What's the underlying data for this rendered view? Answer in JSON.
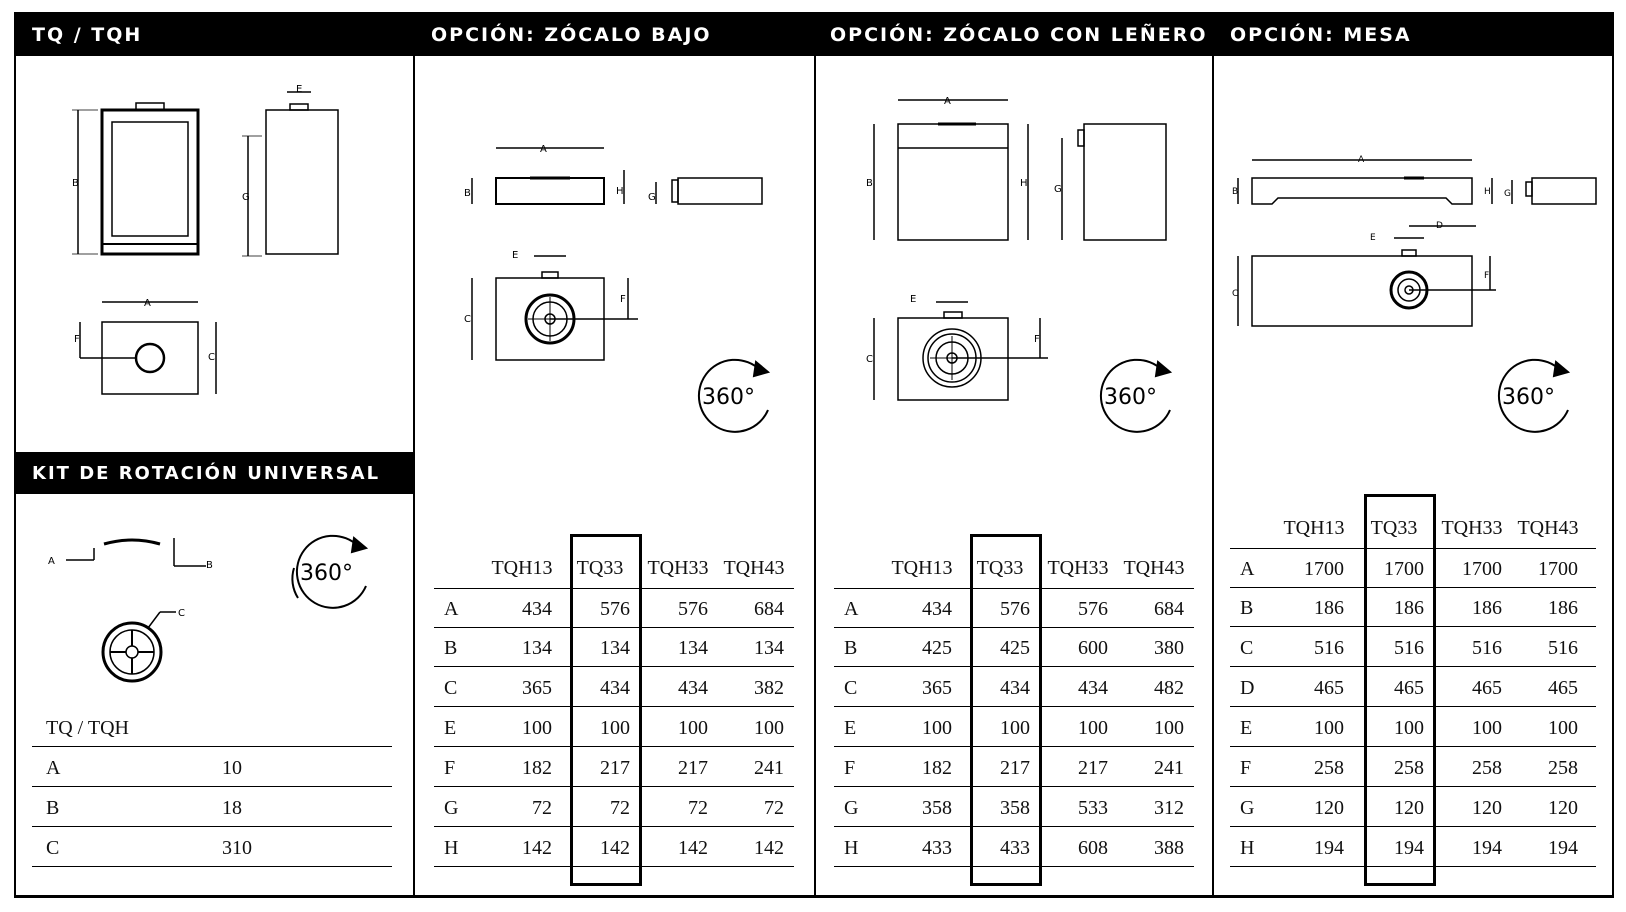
{
  "headers": {
    "tq": "TQ / TQH",
    "zocalo_bajo": "OPCIÓN: ZÓCALO BAJO",
    "zocalo_lenero": "OPCIÓN: ZÓCALO CON LEÑERO",
    "mesa": "OPCIÓN: MESA",
    "kit": "KIT DE ROTACIÓN UNIVERSAL"
  },
  "rotation_label": "360°",
  "kit_table": {
    "title": "TQ / TQH",
    "rows": [
      {
        "label": "A",
        "value": "10"
      },
      {
        "label": "B",
        "value": "18"
      },
      {
        "label": "C",
        "value": "310"
      }
    ]
  },
  "models": [
    "TQH13",
    "TQ33",
    "TQH33",
    "TQH43"
  ],
  "zocalo_bajo_table": [
    {
      "label": "A",
      "values": [
        "434",
        "576",
        "576",
        "684"
      ]
    },
    {
      "label": "B",
      "values": [
        "134",
        "134",
        "134",
        "134"
      ]
    },
    {
      "label": "C",
      "values": [
        "365",
        "434",
        "434",
        "382"
      ]
    },
    {
      "label": "E",
      "values": [
        "100",
        "100",
        "100",
        "100"
      ]
    },
    {
      "label": "F",
      "values": [
        "182",
        "217",
        "217",
        "241"
      ]
    },
    {
      "label": "G",
      "values": [
        "72",
        "72",
        "72",
        "72"
      ]
    },
    {
      "label": "H",
      "values": [
        "142",
        "142",
        "142",
        "142"
      ]
    }
  ],
  "zocalo_lenero_table": [
    {
      "label": "A",
      "values": [
        "434",
        "576",
        "576",
        "684"
      ]
    },
    {
      "label": "B",
      "values": [
        "425",
        "425",
        "600",
        "380"
      ]
    },
    {
      "label": "C",
      "values": [
        "365",
        "434",
        "434",
        "482"
      ]
    },
    {
      "label": "E",
      "values": [
        "100",
        "100",
        "100",
        "100"
      ]
    },
    {
      "label": "F",
      "values": [
        "182",
        "217",
        "217",
        "241"
      ]
    },
    {
      "label": "G",
      "values": [
        "358",
        "358",
        "533",
        "312"
      ]
    },
    {
      "label": "H",
      "values": [
        "433",
        "433",
        "608",
        "388"
      ]
    }
  ],
  "mesa_table": [
    {
      "label": "A",
      "values": [
        "1700",
        "1700",
        "1700",
        "1700"
      ]
    },
    {
      "label": "B",
      "values": [
        "186",
        "186",
        "186",
        "186"
      ]
    },
    {
      "label": "C",
      "values": [
        "516",
        "516",
        "516",
        "516"
      ]
    },
    {
      "label": "D",
      "values": [
        "465",
        "465",
        "465",
        "465"
      ]
    },
    {
      "label": "E",
      "values": [
        "100",
        "100",
        "100",
        "100"
      ]
    },
    {
      "label": "F",
      "values": [
        "258",
        "258",
        "258",
        "258"
      ]
    },
    {
      "label": "G",
      "values": [
        "120",
        "120",
        "120",
        "120"
      ]
    },
    {
      "label": "H",
      "values": [
        "194",
        "194",
        "194",
        "194"
      ]
    }
  ],
  "dim_letters": {
    "a": "A",
    "b": "B",
    "c": "C",
    "d": "D",
    "e": "E",
    "f": "F",
    "g": "G",
    "h": "H"
  }
}
